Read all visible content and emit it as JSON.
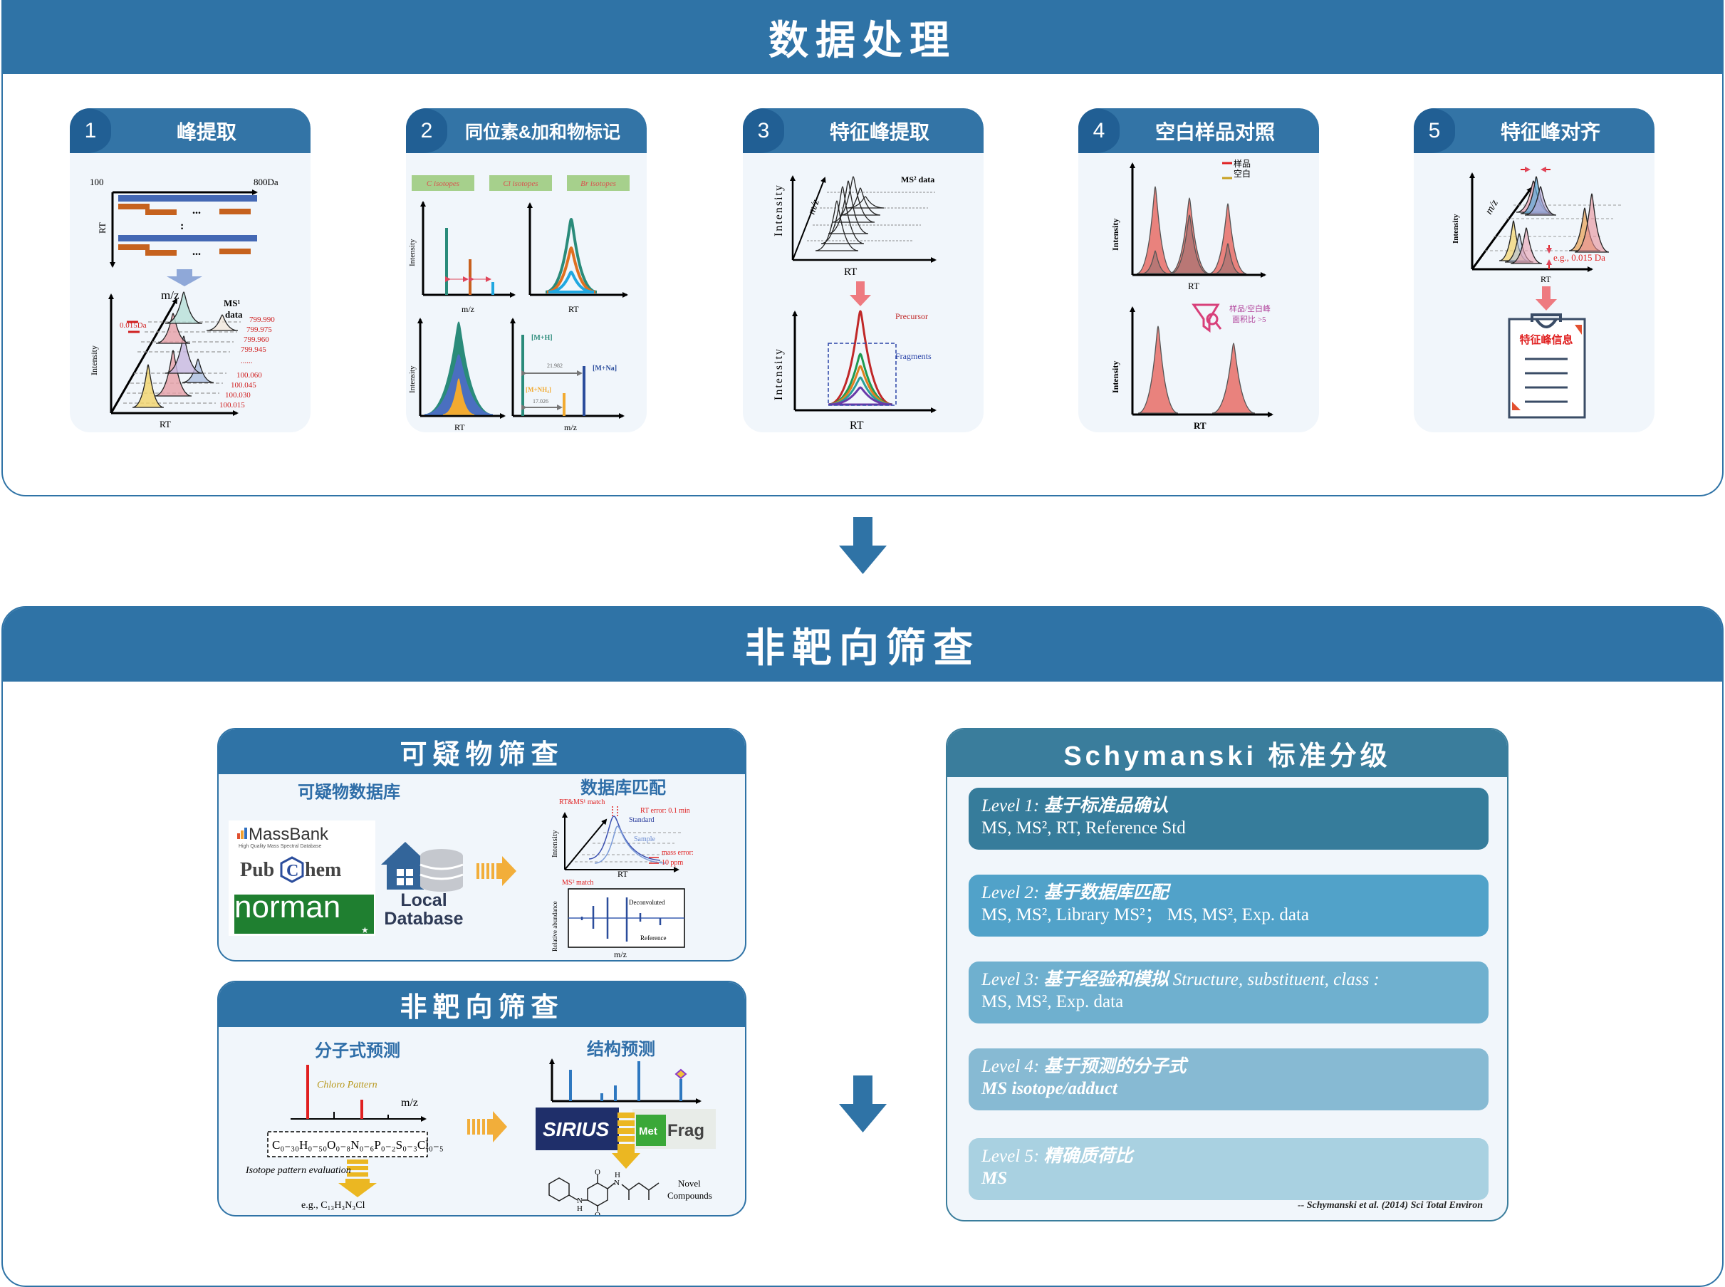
{
  "data_processing": {
    "title": "数据处理",
    "steps": [
      {
        "num": "1",
        "title": "峰提取"
      },
      {
        "num": "2",
        "title": "同位素&加和物标记"
      },
      {
        "num": "3",
        "title": "特征峰提取"
      },
      {
        "num": "4",
        "title": "空白样品对照"
      },
      {
        "num": "5",
        "title": "特征峰对齐"
      }
    ]
  },
  "step1": {
    "mz_start": "100",
    "mz_end": "800Da",
    "rt": "RT",
    "dots": "...",
    "colon": ":",
    "mz": "m/z",
    "ms1": "MS¹",
    "data": "data",
    "tol": "0.015Da",
    "intensity": "Intensity",
    "rt2": "RT",
    "masses": [
      "799.990",
      "799.975",
      "799.960",
      "799.945",
      "......",
      "100.060",
      "100.045",
      "100.030",
      "100.015"
    ]
  },
  "step2": {
    "tags": [
      "C isotopes",
      "Cl isotopes",
      "Br isotopes"
    ],
    "intensity": "Intensity",
    "mz": "m/z",
    "rt": "RT",
    "mh": "[M+H]",
    "mna": "[M+Na]",
    "mnh4": "[M+NH₄]",
    "d1": "21.982",
    "d2": "17.026"
  },
  "step3": {
    "intensity": "Intensity",
    "mz": "m/z",
    "ms2": "MS² data",
    "rt": "RT",
    "precursor": "Precursor",
    "fragments": "Fragments"
  },
  "step4": {
    "legend_sample": "样品",
    "legend_blank": "空白",
    "intensity": "Intensity",
    "rt": "RT",
    "filter1": "样品/空白峰",
    "filter2": "面积比 >5"
  },
  "step5": {
    "intensity": "Intensity",
    "mz": "m/z",
    "tol": "e.g., 0.015 Da",
    "rt": "RT",
    "clipboard": "特征峰信息"
  },
  "screening": {
    "title": "非靶向筛查",
    "suspect": {
      "title": "可疑物筛查",
      "db_title": "可疑物数据库",
      "massbank": "MassBank",
      "massbank_sub": "High Quality Mass Spectral Database",
      "pubchem_a": "Pub",
      "pubchem_c": "C",
      "pubchem_b": "hem",
      "norman": "norman",
      "local1": "Local",
      "local2": "Database",
      "match_title": "数据库匹配",
      "rtms": "RT&MS¹ match",
      "rt_err": "RT error: 0.1 min",
      "standard": "Standard",
      "sample": "Sample",
      "mass_err": "mass error:",
      "ppm": "10 ppm",
      "rt": "RT",
      "intensity": "Intensity",
      "ms2": "MS² match",
      "decon": "Deconvoluted",
      "ref": "Reference",
      "mz": "m/z",
      "relab": "Relative abundance",
      "mz_axis": "m/z"
    },
    "nontarget": {
      "title": "非靶向筛查",
      "formula_title": "分子式预测",
      "chloro": "Chloro Pattern",
      "mz": "m/z",
      "formula": "C₀₋₃₀H₀₋₅₀O₀₋₈N₀₋₆P₀₋₂S₀₋₃Cl₀₋₅",
      "isotope": "Isotope pattern evaluation",
      "example": "e.g., C₁₃H₃N₃Cl",
      "structure_title": "结构预测",
      "sirius": "SIRIUS",
      "metfrag_a": "Met",
      "metfrag_b": "Frag",
      "novel1": "Novel",
      "novel2": "Compounds",
      "atom_o": "O",
      "atom_n": "N",
      "atom_h": "H"
    },
    "schymanski": {
      "title": "Schymanski 标准分级",
      "levels": [
        {
          "label": "Level 1:",
          "cn": "基于标准品确认",
          "extra": "",
          "detail": "MS, MS², RT, Reference Std",
          "color": "#367c9b"
        },
        {
          "label": "Level 2:",
          "cn": "基于数据库匹配",
          "extra": "",
          "detail": "MS, MS², Library MS²；  MS, MS², Exp. data",
          "color": "#51a2c9"
        },
        {
          "label": "Level 3:",
          "cn": "基于经验和模拟",
          "extra": "Structure, substituent, class :",
          "detail": "MS, MS², Exp. data",
          "color": "#6fb0cf"
        },
        {
          "label": "Level 4:",
          "cn": "基于预测的分子式",
          "extra": "",
          "detail": "MS isotope/adduct",
          "color": "#87bad3"
        },
        {
          "label": "Level 5:",
          "cn": "精确质荷比",
          "extra": "",
          "detail": "MS",
          "color": "#a9d1e1"
        }
      ],
      "citation": "-- Schymanski et al.  (2014) Sci Total Environ"
    }
  }
}
